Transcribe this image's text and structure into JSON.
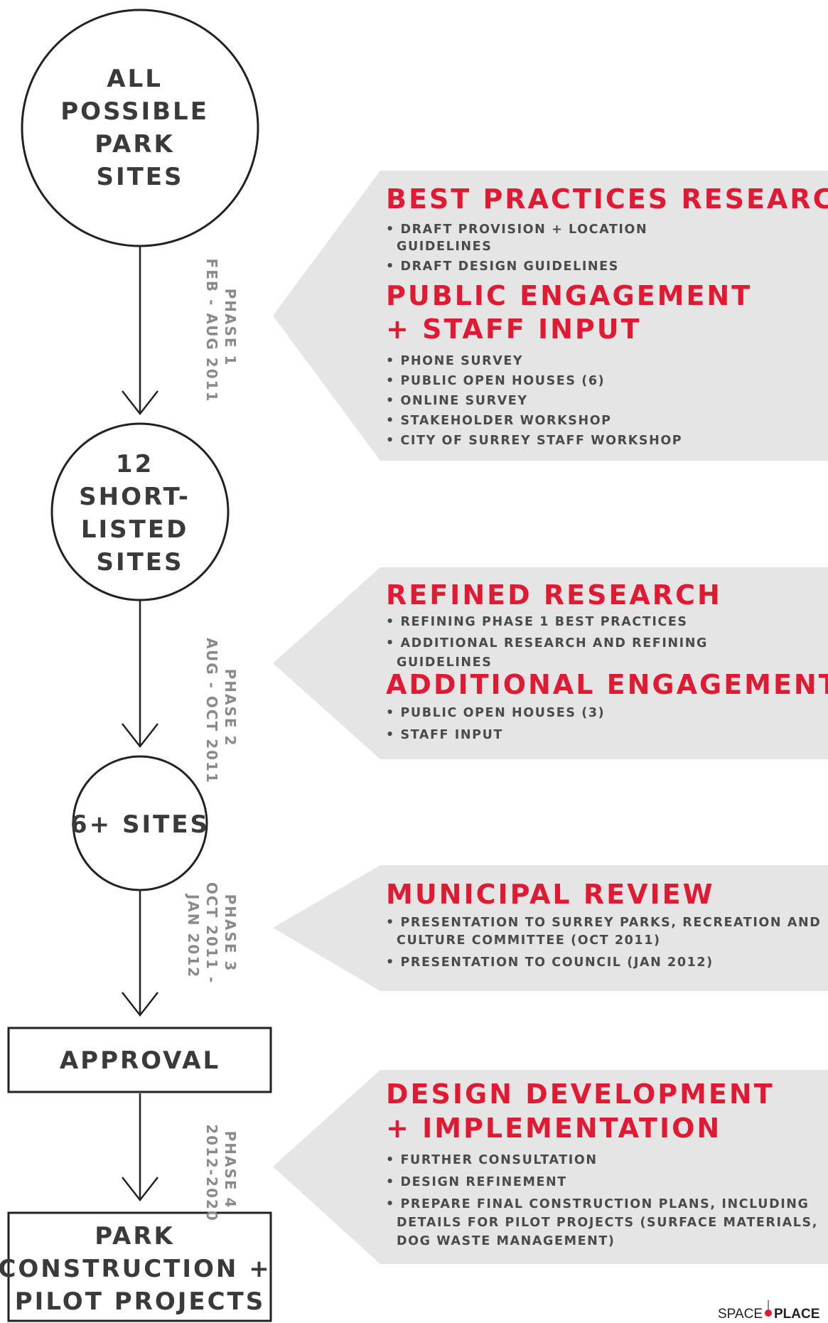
{
  "colors": {
    "accent": "#e01a33",
    "panel": "#e5e5e5",
    "node": "#3a3a3a",
    "phase": "#8a8a8a"
  },
  "nodes": {
    "all_sites": [
      "ALL",
      "POSSIBLE",
      "PARK",
      "SITES"
    ],
    "shortlisted": [
      "12",
      "SHORT-",
      "LISTED",
      "SITES"
    ],
    "six_sites": [
      "6+ SITES"
    ],
    "approval": [
      "APPROVAL"
    ],
    "construction": [
      "PARK",
      "CONSTRUCTION +",
      "PILOT PROJECTS"
    ]
  },
  "phases": {
    "p1": [
      "PHASE 1",
      "FEB - AUG 2011"
    ],
    "p2": [
      "PHASE 2",
      "AUG - OCT 2011"
    ],
    "p3": [
      "PHASE 3",
      "OCT 2011 -",
      "JAN 2012"
    ],
    "p4": [
      "PHASE 4",
      "2012-2020"
    ]
  },
  "panels": {
    "p1": {
      "h1": [
        "BEST PRACTICES RESEARCH"
      ],
      "b1": [
        "• DRAFT PROVISION + LOCATION",
        "GUIDELINES",
        "• DRAFT DESIGN GUIDELINES"
      ],
      "h2": [
        "PUBLIC ENGAGEMENT",
        "+ STAFF INPUT"
      ],
      "b2": [
        "• PHONE SURVEY",
        "• PUBLIC OPEN HOUSES (6)",
        "• ONLINE SURVEY",
        "• STAKEHOLDER WORKSHOP",
        "• CITY OF SURREY STAFF WORKSHOP"
      ]
    },
    "p2": {
      "h1": [
        "REFINED RESEARCH"
      ],
      "b1": [
        "• REFINING PHASE 1 BEST PRACTICES",
        "• ADDITIONAL RESEARCH AND REFINING",
        "GUIDELINES"
      ],
      "h2": [
        "ADDITIONAL ENGAGEMENT"
      ],
      "b2": [
        "• PUBLIC OPEN HOUSES (3)",
        "• STAFF INPUT"
      ]
    },
    "p3": {
      "h1": [
        "MUNICIPAL REVIEW"
      ],
      "b1": [
        "• PRESENTATION TO SURREY PARKS, RECREATION AND",
        "CULTURE COMMITTEE (OCT 2011)",
        "• PRESENTATION TO COUNCIL (JAN 2012)"
      ]
    },
    "p4": {
      "h1": [
        "DESIGN DEVELOPMENT",
        "+ IMPLEMENTATION"
      ],
      "b1": [
        "• FURTHER CONSULTATION",
        "• DESIGN REFINEMENT",
        "• PREPARE FINAL CONSTRUCTION PLANS, INCLUDING",
        "DETAILS FOR PILOT PROJECTS (SURFACE MATERIALS,",
        "DOG WASTE MANAGEMENT)"
      ]
    }
  },
  "logo": {
    "left": "SPACE",
    "right": "PLACE"
  }
}
